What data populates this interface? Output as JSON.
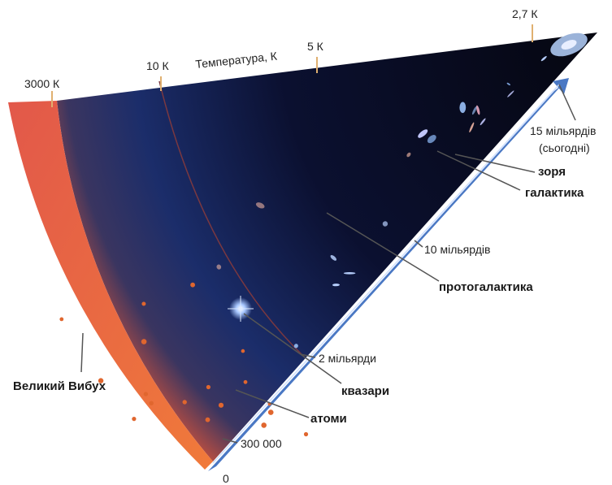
{
  "temperature_axis": {
    "title": "Температура, К",
    "ticks": [
      "3000 К",
      "10 К",
      "5 К",
      "2,7 К"
    ]
  },
  "time_axis": {
    "title": "Час, роки",
    "ticks": [
      "0",
      "300 000",
      "2 мільярди",
      "10 мільярдів",
      "15 мільярдів",
      "(сьогодні)"
    ]
  },
  "labels": {
    "big_bang": "Великий Вибух",
    "atoms": "атоми",
    "quasars": "квазари",
    "protogalaxy": "протогалактика",
    "star": "зоря",
    "galaxy": "галактика"
  },
  "colors": {
    "fireball": "#e8473a",
    "space_dark": "#0b0f24",
    "space_blue": "#1d3a7a",
    "time_axis": "#4a78c4",
    "temperature_axis": "#ffffff"
  }
}
